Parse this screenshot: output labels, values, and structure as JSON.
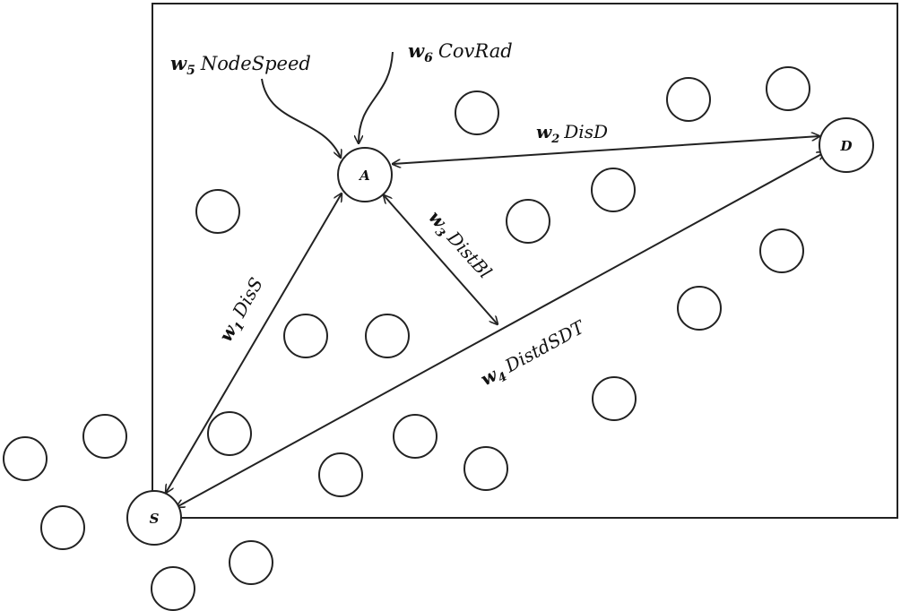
{
  "nodes": {
    "source": "S",
    "destination": "D",
    "candidate": "A"
  },
  "labels": {
    "w1": {
      "w": "w",
      "sub": "1",
      "name": "DisS"
    },
    "w2": {
      "w": "w",
      "sub": "2",
      "name": "DisD"
    },
    "w3": {
      "w": "w",
      "sub": "3",
      "name": "DistBl"
    },
    "w4": {
      "w": "w",
      "sub": "4",
      "name": "DistdSDT"
    },
    "w5": {
      "w": "w",
      "sub": "5",
      "name": "NodeSpeed"
    },
    "w6": {
      "w": "w",
      "sub": "6",
      "name": "CovRad"
    }
  },
  "colors": {
    "stroke": "#222222",
    "background": "#ffffff"
  }
}
